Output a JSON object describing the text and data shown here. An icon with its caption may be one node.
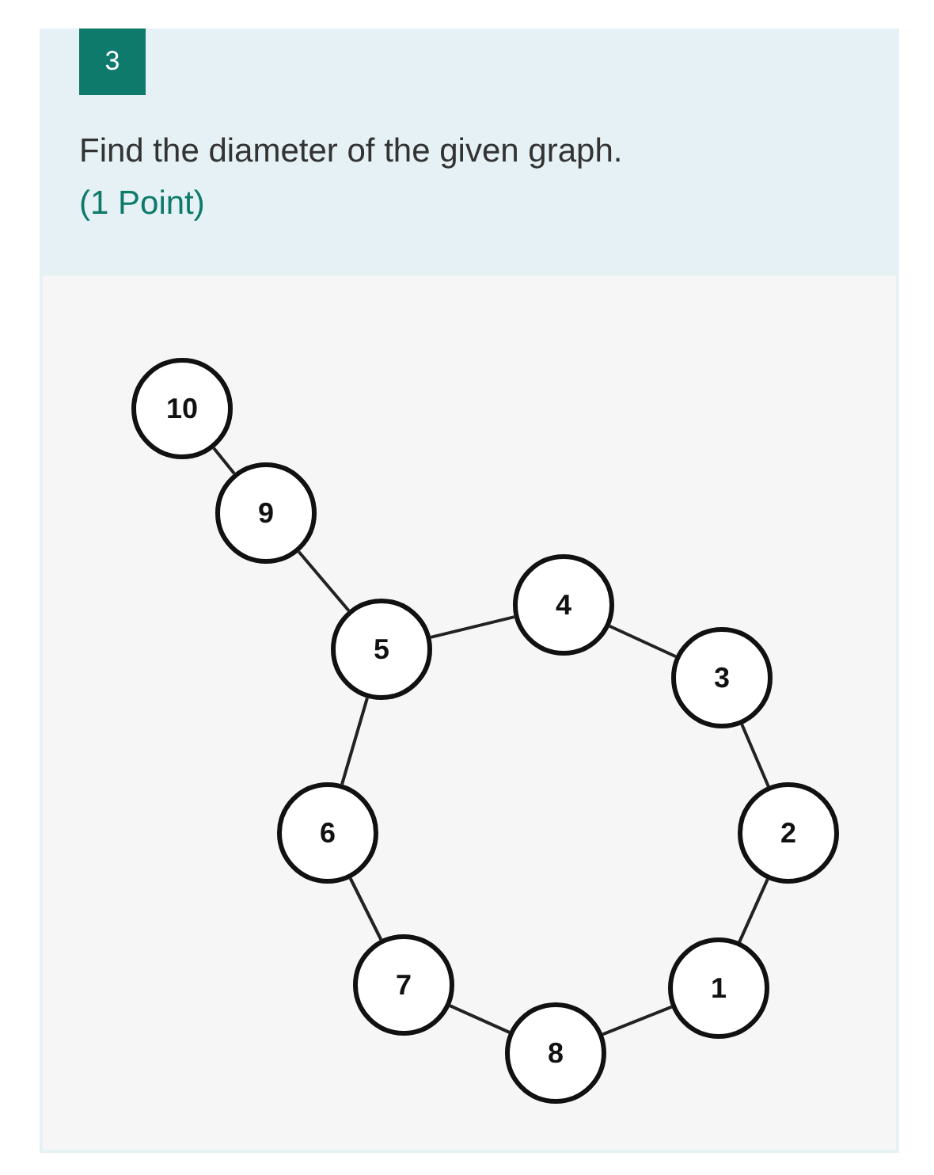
{
  "diagram": {
    "nodes": [
      {
        "text": [
          "10"
        ]
      },
      {
        "text": [
          "9"
        ]
      },
      {
        "text": [
          "4"
        ]
      },
      {
        "text": [
          "5"
        ]
      },
      {
        "text": [
          "3"
        ]
      },
      {
        "text": [
          "6"
        ]
      },
      {
        "text": [
          "2"
        ]
      },
      {
        "text": [
          "7"
        ]
      },
      {
        "text": [
          "1"
        ]
      },
      {
        "text": [
          "8"
        ]
      }
    ],
    "edges": [
      {
        "from": 0,
        "to": 1,
        "arrow": "none"
      },
      {
        "from": 1,
        "to": 3,
        "arrow": "none"
      },
      {
        "from": 3,
        "to": 2,
        "arrow": "none"
      },
      {
        "from": 2,
        "to": 4,
        "arrow": "none"
      },
      {
        "from": 4,
        "to": 6,
        "arrow": "none"
      },
      {
        "from": 6,
        "to": 8,
        "arrow": "none"
      },
      {
        "from": 8,
        "to": 9,
        "arrow": "none"
      },
      {
        "from": 9,
        "to": 7,
        "arrow": "none"
      },
      {
        "from": 7,
        "to": 5,
        "arrow": "none"
      },
      {
        "from": 5,
        "to": 3,
        "arrow": "none"
      }
    ],
    "labels": [
      "3",
      "Find the diameter of the given graph.",
      "(1 Point)"
    ]
  }
}
